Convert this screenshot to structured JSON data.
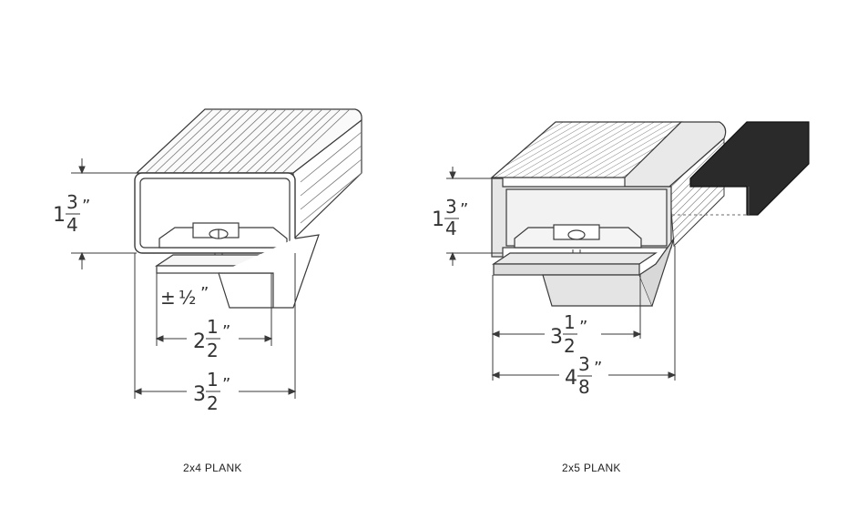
{
  "diagrams": [
    {
      "caption": "2x4 PLANK",
      "height_dim": {
        "whole": "1",
        "num": "3",
        "den": "4",
        "unit": "”"
      },
      "adjust_dim": {
        "sign": "±",
        "frac": "½",
        "unit": "”"
      },
      "bracket_width_dim": {
        "whole": "2",
        "num": "1",
        "den": "2",
        "unit": "”"
      },
      "width_dim": {
        "whole": "3",
        "num": "1",
        "den": "2",
        "unit": "”"
      }
    },
    {
      "caption": "2x5 PLANK",
      "height_dim": {
        "whole": "1",
        "num": "3",
        "den": "4",
        "unit": "”"
      },
      "inner_width_dim": {
        "whole": "3",
        "num": "1",
        "den": "2",
        "unit": "”"
      },
      "width_dim": {
        "whole": "4",
        "num": "3",
        "den": "8",
        "unit": "”"
      }
    }
  ],
  "colors": {
    "line": "#3a3a3a",
    "fill_light": "#eeeeee",
    "edge_cap": "#2a2a2a"
  }
}
